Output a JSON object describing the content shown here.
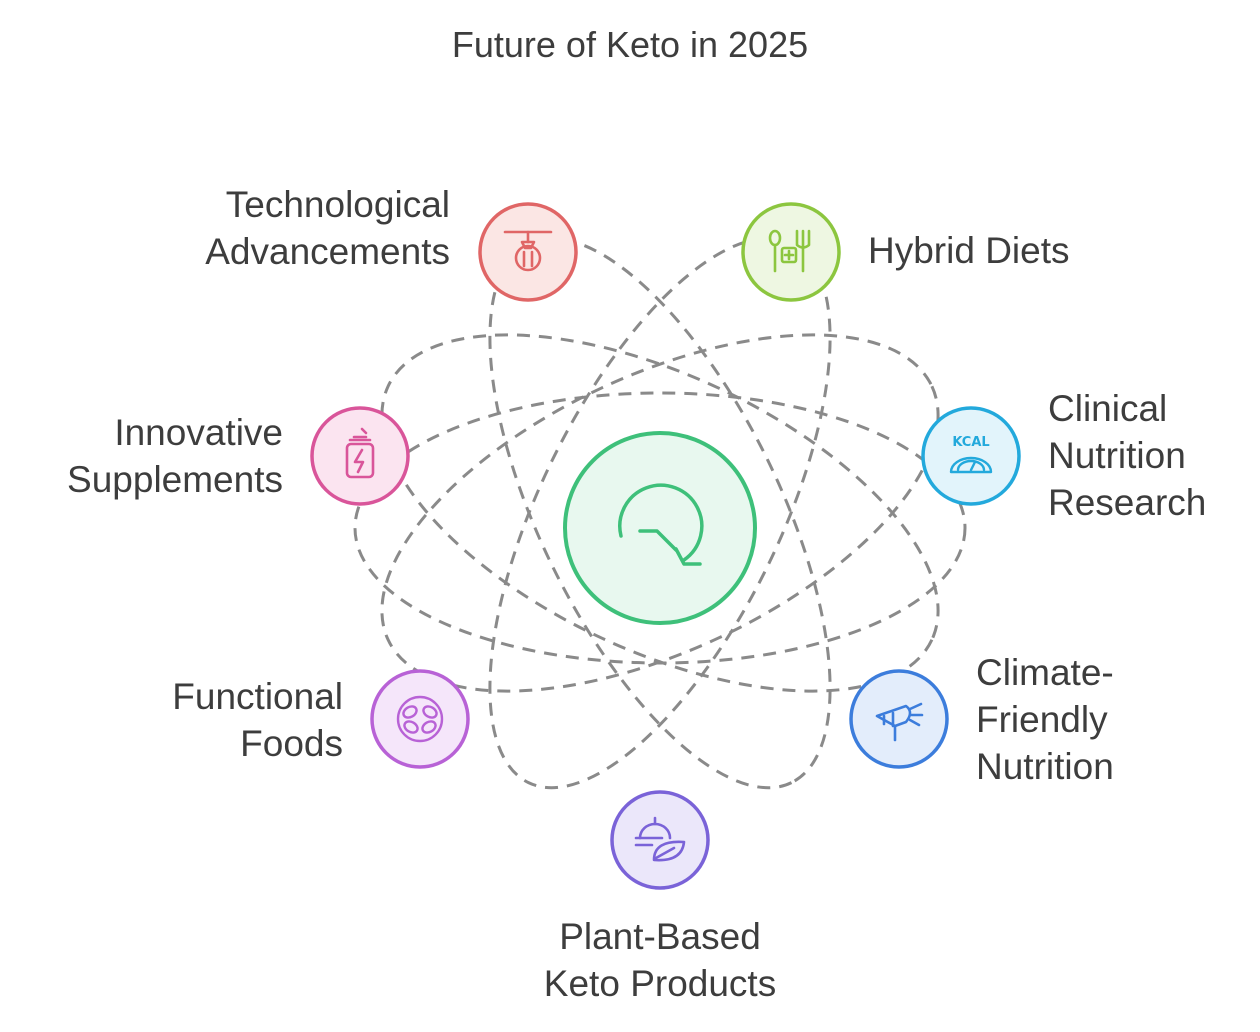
{
  "title": "Future of Keto in 2025",
  "center": {
    "icon": "refresh-cycle-icon",
    "stroke": "#3ec07a",
    "fill": "#e8f8ef"
  },
  "nodes": [
    {
      "id": "technological-advancements",
      "lines": [
        "Technological",
        "Advancements"
      ],
      "icon": "food-printer-icon",
      "stroke": "#e06666",
      "fill": "#fbe6e4"
    },
    {
      "id": "hybrid-diets",
      "lines": [
        "Hybrid Diets"
      ],
      "icon": "fork-spoon-plus-icon",
      "stroke": "#8cc63f",
      "fill": "#eef7e2"
    },
    {
      "id": "clinical-nutrition-research",
      "lines": [
        "Clinical",
        "Nutrition",
        "Research"
      ],
      "icon": "kcal-scale-icon",
      "stroke": "#23a9dc",
      "fill": "#e2f4fb"
    },
    {
      "id": "climate-friendly-nutrition",
      "lines": [
        "Climate-",
        "Friendly",
        "Nutrition"
      ],
      "icon": "carrot-icon",
      "stroke": "#3c7ddc",
      "fill": "#e3edfb"
    },
    {
      "id": "plant-based-keto-products",
      "lines": [
        "Plant-Based",
        "Keto Products"
      ],
      "icon": "leaf-cloche-icon",
      "stroke": "#7a63d8",
      "fill": "#ebe7fa"
    },
    {
      "id": "functional-foods",
      "lines": [
        "Functional",
        "Foods"
      ],
      "icon": "beans-bowl-icon",
      "stroke": "#b862d6",
      "fill": "#f5e6fa"
    },
    {
      "id": "innovative-supplements",
      "lines": [
        "Innovative",
        "Supplements"
      ],
      "icon": "energy-drink-icon",
      "stroke": "#d9559a",
      "fill": "#fbe4f0"
    }
  ]
}
